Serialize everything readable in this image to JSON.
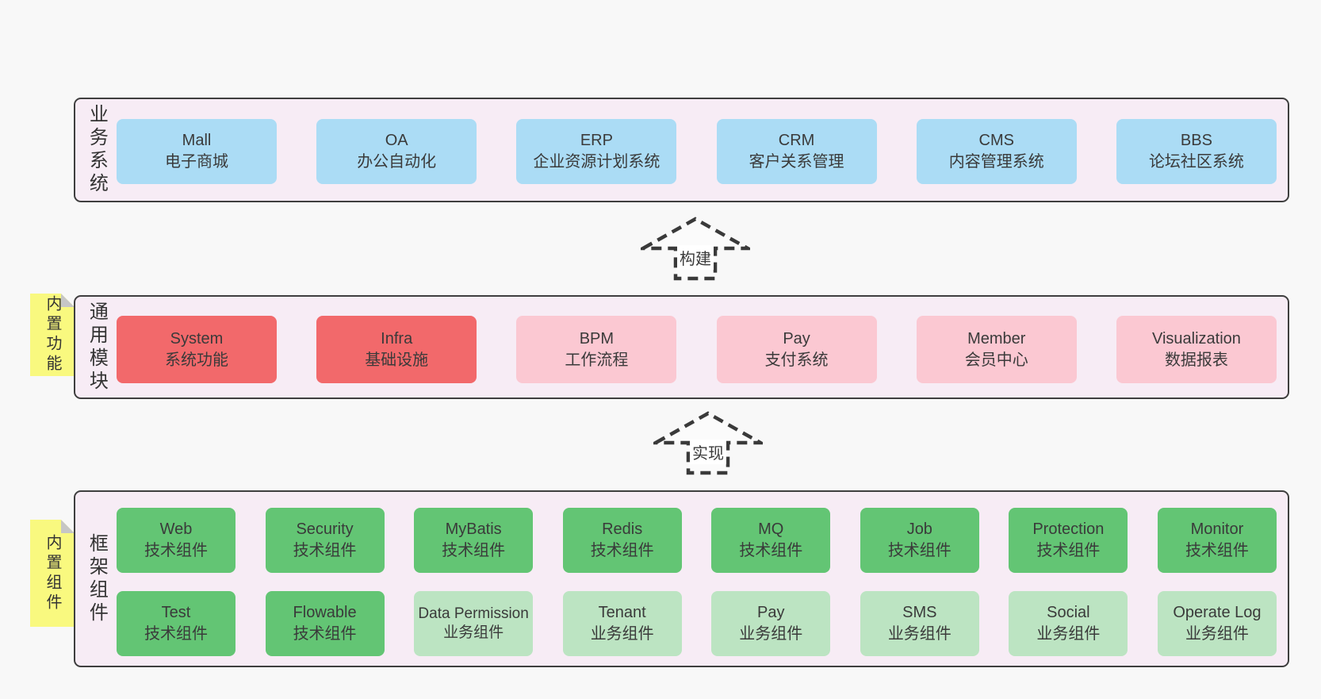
{
  "colors": {
    "page_bg": "#f8f8f8",
    "panel_bg": "#f7ecf5",
    "panel_border": "#3f3f3f",
    "box_blue": "#abdcf5",
    "box_red": "#f2696b",
    "box_pink": "#fbc8d2",
    "box_green": "#63c574",
    "box_green_light": "#bce4c2",
    "sticky_yellow": "#f9f97f",
    "sticky_fold": "#c6c6c6",
    "text": "#333333"
  },
  "arrows": [
    {
      "label": "构建"
    },
    {
      "label": "实现"
    }
  ],
  "layers": [
    {
      "label": "业务系统",
      "boxes": [
        {
          "title": "Mall",
          "subtitle": "电子商城"
        },
        {
          "title": "OA",
          "subtitle": "办公自动化"
        },
        {
          "title": "ERP",
          "subtitle": "企业资源计划系统"
        },
        {
          "title": "CRM",
          "subtitle": "客户关系管理"
        },
        {
          "title": "CMS",
          "subtitle": "内容管理系统"
        },
        {
          "title": "BBS",
          "subtitle": "论坛社区系统"
        }
      ]
    },
    {
      "label": "通用模块",
      "sticky": "内置功能",
      "boxes": [
        {
          "title": "System",
          "subtitle": "系统功能"
        },
        {
          "title": "Infra",
          "subtitle": "基础设施"
        },
        {
          "title": "BPM",
          "subtitle": "工作流程"
        },
        {
          "title": "Pay",
          "subtitle": "支付系统"
        },
        {
          "title": "Member",
          "subtitle": "会员中心"
        },
        {
          "title": "Visualization",
          "subtitle": "数据报表"
        }
      ]
    },
    {
      "label": "框架组件",
      "sticky": "内置组件",
      "rows": [
        [
          {
            "title": "Web",
            "subtitle": "技术组件"
          },
          {
            "title": "Security",
            "subtitle": "技术组件"
          },
          {
            "title": "MyBatis",
            "subtitle": "技术组件"
          },
          {
            "title": "Redis",
            "subtitle": "技术组件"
          },
          {
            "title": "MQ",
            "subtitle": "技术组件"
          },
          {
            "title": "Job",
            "subtitle": "技术组件"
          },
          {
            "title": "Protection",
            "subtitle": "技术组件"
          },
          {
            "title": "Monitor",
            "subtitle": "技术组件"
          }
        ],
        [
          {
            "title": "Test",
            "subtitle": "技术组件"
          },
          {
            "title": "Flowable",
            "subtitle": "技术组件"
          },
          {
            "title": "Data Permission",
            "subtitle": "业务组件"
          },
          {
            "title": "Tenant",
            "subtitle": "业务组件"
          },
          {
            "title": "Pay",
            "subtitle": "业务组件"
          },
          {
            "title": "SMS",
            "subtitle": "业务组件"
          },
          {
            "title": "Social",
            "subtitle": "业务组件"
          },
          {
            "title": "Operate Log",
            "subtitle": "业务组件"
          }
        ]
      ]
    }
  ]
}
